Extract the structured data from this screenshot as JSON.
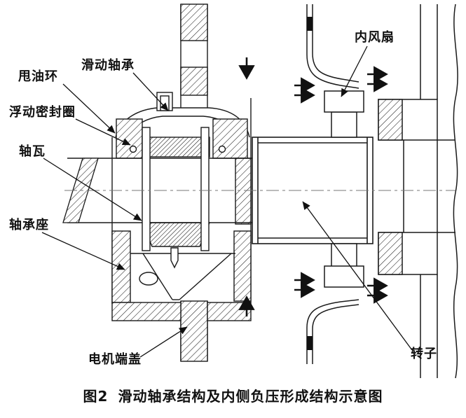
{
  "figure": {
    "caption_label": "图2",
    "caption_title": "滑动轴承结构及内侧负压形成结构示意图"
  },
  "labels": {
    "inner_fan": "内风扇",
    "sliding_bearing": "滑动轴承",
    "oil_slinger": "甩油环",
    "floating_seal": "浮动密封圈",
    "bearing_shell": "轴瓦",
    "bearing_seat": "轴承座",
    "motor_end_cover": "电机端盖",
    "rotor": "转子"
  },
  "colors": {
    "ink": "#1a1a1a",
    "background": "#ffffff"
  }
}
